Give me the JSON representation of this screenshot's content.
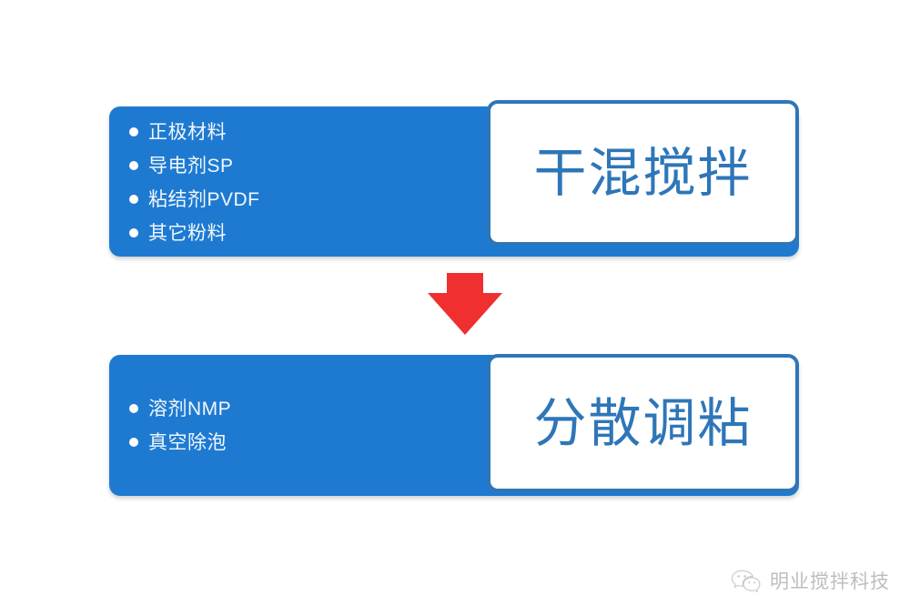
{
  "background_color": "#FFFFFF",
  "theme": {
    "panel_blue": "#1E7AD1",
    "card_border_blue": "#2E76B8",
    "title_blue": "#2E76B8",
    "arrow_red": "#F03030",
    "bullet_text_color": "#F2F7FB",
    "watermark_gray": "#B9B9B9"
  },
  "steps": [
    {
      "id": "step-1",
      "title": "干混搅拌",
      "bullets": [
        "正极材料",
        "导电剂SP",
        "粘结剂PVDF",
        "其它粉料"
      ]
    },
    {
      "id": "step-2",
      "title": "分散调粘",
      "bullets": [
        "溶剂NMP",
        "真空除泡"
      ]
    }
  ],
  "arrow": {
    "icon": "arrow-down-icon",
    "color": "#F03030",
    "direction": "down"
  },
  "watermark": {
    "icon": "wechat-icon",
    "text": "明业搅拌科技"
  }
}
